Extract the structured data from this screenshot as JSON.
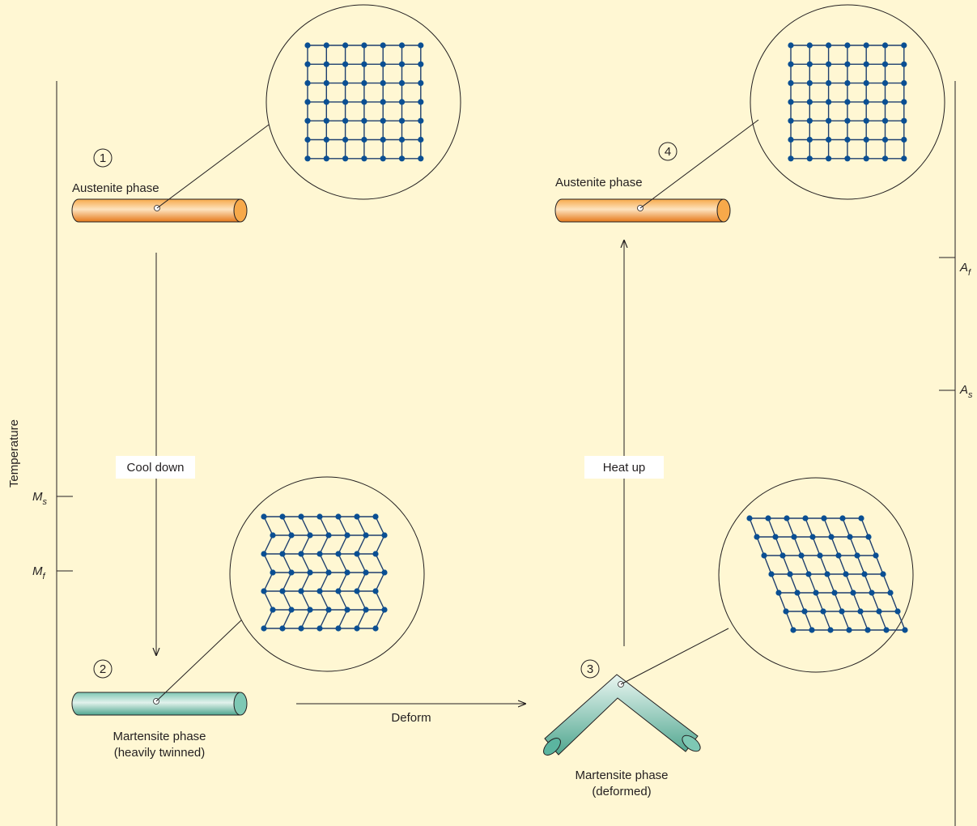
{
  "axis": {
    "label": "Temperature",
    "left_marks": [
      {
        "main": "M",
        "sub": "s"
      },
      {
        "main": "M",
        "sub": "f"
      }
    ],
    "right_marks": [
      {
        "main": "A",
        "sub": "f"
      },
      {
        "main": "A",
        "sub": "s"
      }
    ]
  },
  "stages": [
    {
      "number": "1",
      "line1": "Austenite phase",
      "line2": ""
    },
    {
      "number": "2",
      "line1": "Martensite phase",
      "line2": "(heavily twinned)"
    },
    {
      "number": "3",
      "line1": "Martensite phase",
      "line2": "(deformed)"
    },
    {
      "number": "4",
      "line1": "Austenite phase",
      "line2": ""
    }
  ],
  "transitions": {
    "cool": "Cool down",
    "deform": "Deform",
    "heat": "Heat up"
  },
  "colors": {
    "background": "#fff7d3",
    "austenite": "#f08a1e",
    "martensite": "#5bb5a0",
    "lattice_atom": "#0a4f93",
    "lattice_bond": "#1f3f6e"
  },
  "lattices": {
    "austenite": "square-grid",
    "twinned": "zigzag-twinned",
    "deformed": "sheared-grid"
  }
}
